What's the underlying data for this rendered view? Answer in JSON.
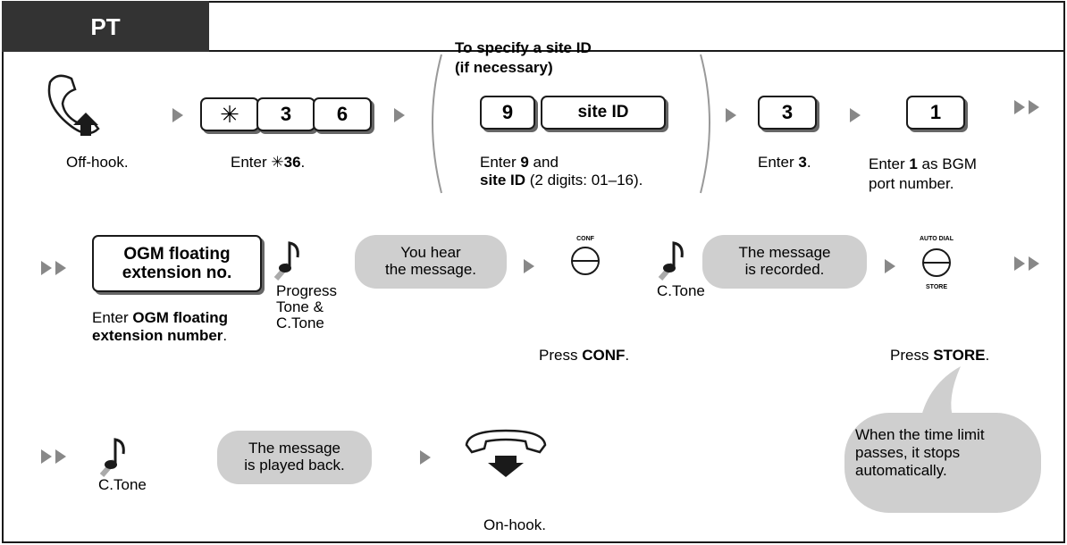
{
  "header": {
    "tab_label": "PT"
  },
  "row1": {
    "offhook_caption": "Off-hook.",
    "keys": {
      "star": "✳",
      "three": "3",
      "six": "6"
    },
    "enter_prefix": "Enter ",
    "enter_star": "✳",
    "enter_code": "36",
    "period": ".",
    "bracket_title_line1": "To specify a site ID",
    "bracket_title_line2": "(if necessary)",
    "key_nine": "9",
    "key_site_id": "site ID",
    "site_line1_prefix": "Enter ",
    "site_line1_bold": "9",
    "site_line1_suffix": " and",
    "site_line2_bold": "site ID",
    "site_line2_suffix": " (2 digits: 01–16).",
    "key_three": "3",
    "enter3_prefix": "Enter ",
    "enter3_bold": "3",
    "enter3_suffix": ".",
    "key_one": "1",
    "enter1_prefix": "Enter ",
    "enter1_bold": "1",
    "enter1_suffix": " as BGM",
    "enter1_line2": "port number."
  },
  "row2": {
    "ogm_key_line1": "OGM floating",
    "ogm_key_line2": "extension no.",
    "ogm_caption_prefix": "Enter ",
    "ogm_caption_bold1": "OGM floating",
    "ogm_caption_bold2": "extension number",
    "ogm_caption_suffix": ".",
    "tone1_lines": [
      "Progress",
      "Tone &",
      "C.Tone"
    ],
    "bubble1_lines": [
      "You hear",
      "the message."
    ],
    "conf_cap": "CONF",
    "tone2": "C.Tone",
    "bubble2_lines": [
      "The message",
      "is recorded."
    ],
    "autodial_cap": "AUTO DIAL",
    "store_cap": "STORE",
    "press_conf_prefix": "Press ",
    "press_conf_bold": "CONF",
    "press_conf_suffix": ".",
    "press_store_prefix": "Press ",
    "press_store_bold": "STORE",
    "press_store_suffix": "."
  },
  "row3": {
    "tone3": "C.Tone",
    "bubble3_lines": [
      "The message",
      "is played back."
    ],
    "onhook_caption": "On-hook.",
    "callout_lines": [
      "When the time limit",
      "passes, it stops",
      "automatically."
    ]
  },
  "colors": {
    "header_bg": "#333333",
    "bubble": "#cfcfcf",
    "arrow": "#888888",
    "border": "#1a1a1a"
  }
}
